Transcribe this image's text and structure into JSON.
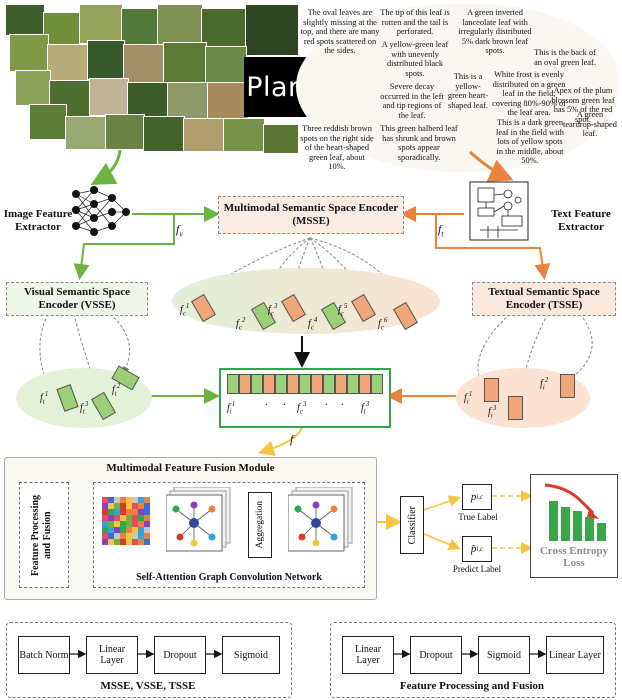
{
  "brand": "PlantDM",
  "descriptions": {
    "d1": "The oval leaves are slightly missing at the top, and there are many red spots scattered on the sides.",
    "d2": "The tip of this leaf is rotten and the tail is perforated.",
    "d3": "A green inverted lanceolate leaf with irregularly distributed 5% dark brown leaf spots.",
    "d4": "A yellow-green leaf with unevenly distributed black spots.",
    "d5": "This is the back of an oval green leaf.",
    "d6": "Severe decay occurred in the left and tip regions of the leaf.",
    "d7": "This is a yellow-green heart-shaped leaf.",
    "d8": "White frost is evenly distributed on a green leaf in the field, covering 80%-90% of the leaf area.",
    "d9": "Apex of the plum blossom green leaf has 5% of the red spot.",
    "d10": "This is a dark green leaf in the field with lots of yellow spots in the middle, about 50%.",
    "d11": "A green teardrop-shaped leaf.",
    "d12": "This green halberd leaf has shrunk and brown spots appear sporadically.",
    "d13": "Three reddish brown spots on the right side of the heart-shaped green leaf, about 10%."
  },
  "modules": {
    "image_extractor": "Image Feature Extractor",
    "text_extractor": "Text Feature Extractor",
    "msse": "Multimodal Semantic Space Encoder (MSSE)",
    "vsse": "Visual Semantic Space Encoder (VSSE)",
    "tsse": "Textual Semantic Space Encoder (TSSE)",
    "fusion_title": "Multimodal Feature Fusion Module",
    "feature_processing": "Feature Processing and Fusion",
    "aggregation": "Aggregation",
    "sagcn": "Self-Attention Graph Convolution Network",
    "classifier": "Classifier",
    "true_label": "True Label",
    "predict_label": "Predict Label",
    "loss": "Cross Entropy Loss"
  },
  "symbols": {
    "fv": "f",
    "fv_sub": "v",
    "ft": "f",
    "ft_sub": "t",
    "f": "f",
    "p": "p",
    "p_sub": "i,c",
    "phat": "p̂",
    "phat_sub": "i,c"
  },
  "vector_labels": {
    "msse": [
      {
        "sub": "c",
        "sup": "1"
      },
      {
        "sub": "c",
        "sup": "2"
      },
      {
        "sub": "c",
        "sup": "3"
      },
      {
        "sub": "c",
        "sup": "4"
      },
      {
        "sub": "c",
        "sup": "5"
      },
      {
        "sub": "c",
        "sup": "6"
      }
    ],
    "vsse": [
      {
        "sub": "t",
        "sup": "1"
      },
      {
        "sub": "t",
        "sup": "2"
      },
      {
        "sub": "t",
        "sup": "3"
      }
    ],
    "tsse": [
      {
        "sub": "i",
        "sup": "1"
      },
      {
        "sub": "i",
        "sup": "2"
      },
      {
        "sub": "i",
        "sup": "3"
      }
    ],
    "concat": [
      {
        "sub": "i",
        "sup": "1"
      },
      {
        "sub": "c",
        "sup": "3"
      },
      {
        "sub": "t",
        "sup": "3"
      }
    ],
    "dot": "·"
  },
  "pipeline_left": {
    "title": "MSSE, VSSE, TSSE",
    "steps": [
      "Batch Norm",
      "Linear Layer",
      "Dropout",
      "Sigmoid"
    ]
  },
  "pipeline_right": {
    "title": "Feature Processing and Fusion",
    "steps": [
      "Linear Layer",
      "Dropout",
      "Sigmoid",
      "Linear Layer"
    ]
  },
  "colors": {
    "green": "#6db33f",
    "orange": "#e8823c",
    "green_fill": "#e8f3df",
    "orange_fill": "#fbe4d6",
    "vec_green": "#9bcf78",
    "vec_orange": "#f0a679",
    "accent_red": "#d83a2b"
  }
}
